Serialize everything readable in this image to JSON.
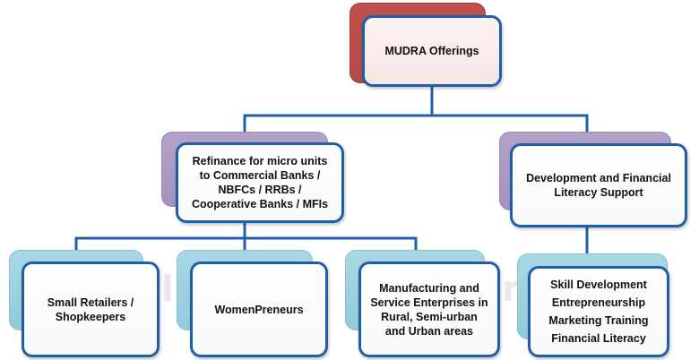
{
  "root": {
    "label": "MUDRA Offerings"
  },
  "branches": [
    {
      "label": "Refinance for micro units to Commercial Banks / NBFCs / RRBs / Cooperative Banks / MFIs",
      "children": [
        {
          "label": "Small Retailers / Shopkeepers"
        },
        {
          "label": "WomenPreneurs"
        },
        {
          "label": "Manufacturing and Service Enterprises in Rural, Semi-urban and Urban areas"
        }
      ]
    },
    {
      "label": "Development  and Financial Literacy Support",
      "children": [
        {
          "items": [
            "Skill Development",
            "Entrepreneurship",
            "Marketing Training",
            "Financial Literacy"
          ]
        }
      ]
    }
  ],
  "colors": {
    "connector": "#1f5fa8",
    "box_border": "#1f5fa8",
    "root_shadow": "#c0504d",
    "branch_shadow": "#b3a2c7",
    "leaf_shadow": "#a9d8e4"
  }
}
